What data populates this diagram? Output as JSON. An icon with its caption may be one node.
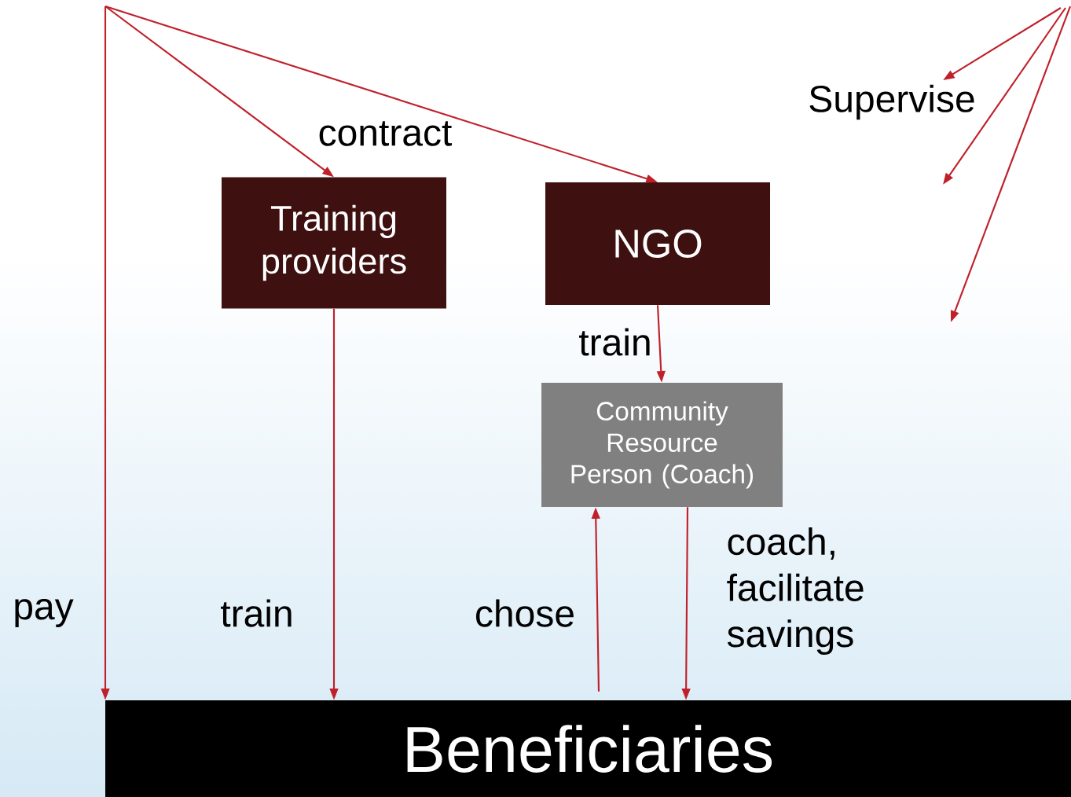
{
  "diagram": {
    "nodes": [
      {
        "text": [
          "Training providers"
        ]
      },
      {
        "text": [
          "NGO"
        ]
      },
      {
        "text": [
          "Community Resource Person (Coach)"
        ]
      },
      {
        "text": [
          "Beneficiaries"
        ]
      }
    ],
    "edges": [
      {
        "from": null,
        "to": 3,
        "arrow": "to",
        "label": "pay"
      },
      {
        "from": null,
        "to": 0,
        "arrow": "to",
        "label": "contract"
      },
      {
        "from": null,
        "to": 1,
        "arrow": "to"
      },
      {
        "from": 0,
        "to": 3,
        "arrow": "to",
        "label": "train"
      },
      {
        "from": 1,
        "to": 2,
        "arrow": "to",
        "label": "train"
      },
      {
        "from": 3,
        "to": 2,
        "arrow": "to",
        "label": "chose"
      },
      {
        "from": 2,
        "to": 3,
        "arrow": "to",
        "label": "coach, facilitate savings"
      }
    ],
    "labels": [
      "Supervise"
    ]
  }
}
